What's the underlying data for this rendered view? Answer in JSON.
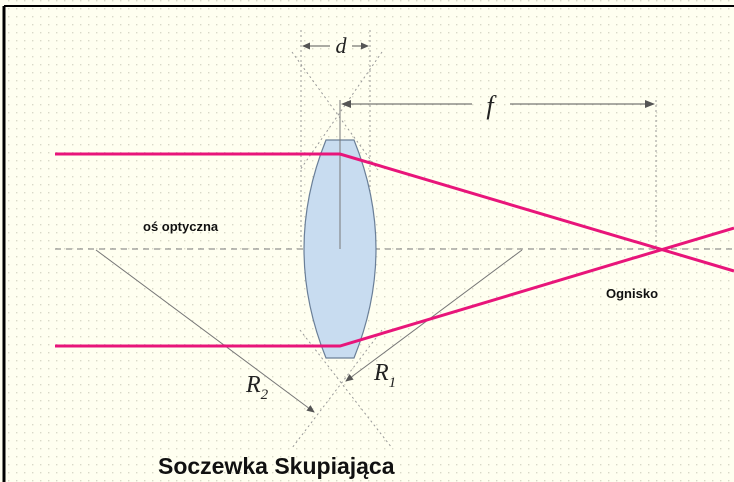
{
  "labels": {
    "d": "d",
    "f": "f",
    "optical_axis": "oś optyczna",
    "focus": "Ognisko",
    "r1_base": "R",
    "r1_sub": "1",
    "r2_base": "R",
    "r2_sub": "2",
    "title": "Soczewka Skupiająca"
  },
  "colors": {
    "background": "#fffff0",
    "grid_dot": "#d9d9c8",
    "frame": "#000000",
    "ray": "#e8157a",
    "lens_fill": "#c8dcf0",
    "lens_stroke": "#6a7f98",
    "construction": "#7a7a7a"
  }
}
